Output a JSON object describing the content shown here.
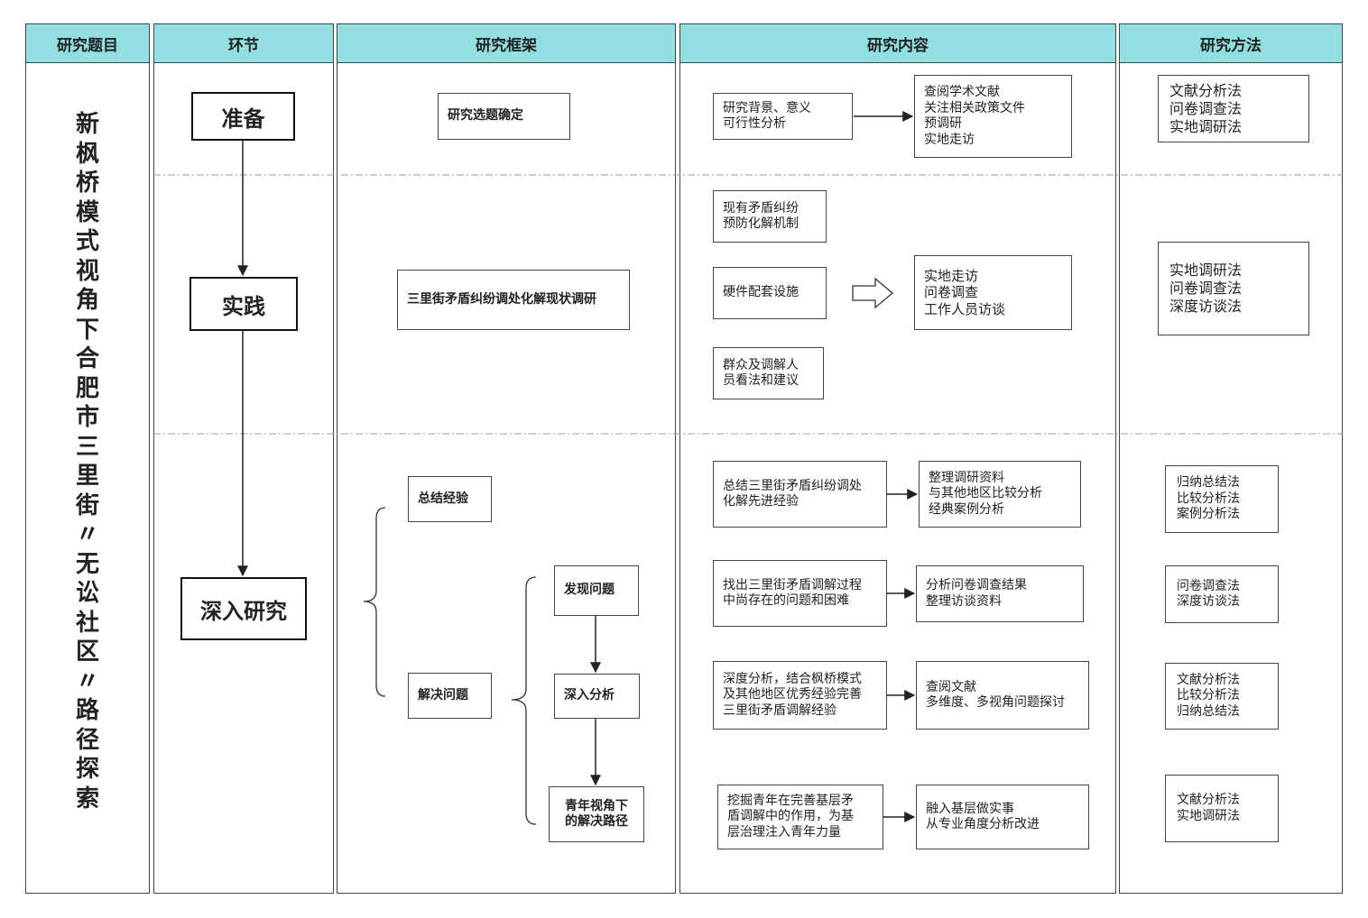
{
  "headers": {
    "topic": "研究题目",
    "stage": "环节",
    "framework": "研究框架",
    "content": "研究内容",
    "method": "研究方法"
  },
  "topic_title": "新\n枫\n桥\n模\n式\n视\n角\n下\n合\n肥\n市\n三\n里\n街\n〃\n无\n讼\n社\n区\n〃\n路\n径\n探\n索",
  "stages": {
    "prepare": "准备",
    "practice": "实践",
    "deep": "深入研究"
  },
  "framework": {
    "topic_select": "研究选题确定",
    "status_survey": "三里街矛盾纠纷调处化解现状调研",
    "summarize": "总结经验",
    "solve": "解决问题",
    "find_problem": "发现问题",
    "deep_analysis": "深入分析",
    "youth_path": "青年视角下\n的解决路径"
  },
  "content": {
    "background": "研究背景、意义\n可行性分析",
    "lit_review": "查阅学术文献\n关注相关政策文件\n预调研\n实地走访",
    "mechanism": "现有矛盾纠纷\n预防化解机制",
    "hardware": "硬件配套设施",
    "opinions": "群众及调解人\n员看法和建议",
    "field_methods": "实地走访\n问卷调查\n工作人员访谈",
    "summary_exp": "总结三里街矛盾纠纷调处\n化解先进经验",
    "summary_tasks": "整理调研资料\n与其他地区比较分析\n经典案例分析",
    "find_issues": "找出三里街矛盾调解过程\n中尚存在的问题和困难",
    "analyze_survey": "分析问卷调查结果\n整理访谈资料",
    "deep_exp": "深度分析，结合枫桥模式\n及其他地区优秀经验完善\n三里街矛盾调解经验",
    "multi_view": "查阅文献\n多维度、多视角问题探讨",
    "youth_role": "挖掘青年在完善基层矛\n盾调解中的作用，为基\n层治理注入青年力量",
    "grassroots": "融入基层做实事\n从专业角度分析改进"
  },
  "methods": {
    "m1": "文献分析法\n问卷调查法\n实地调研法",
    "m2": "实地调研法\n问卷调查法\n深度访谈法",
    "m3": "归纳总结法\n比较分析法\n案例分析法",
    "m4": "问卷调查法\n深度访谈法",
    "m5": "文献分析法\n比较分析法\n归纳总结法",
    "m6": "文献分析法\n实地调研法"
  },
  "colors": {
    "header_bg": "#92dfe2",
    "border": "#444444",
    "divider": "#999999"
  }
}
